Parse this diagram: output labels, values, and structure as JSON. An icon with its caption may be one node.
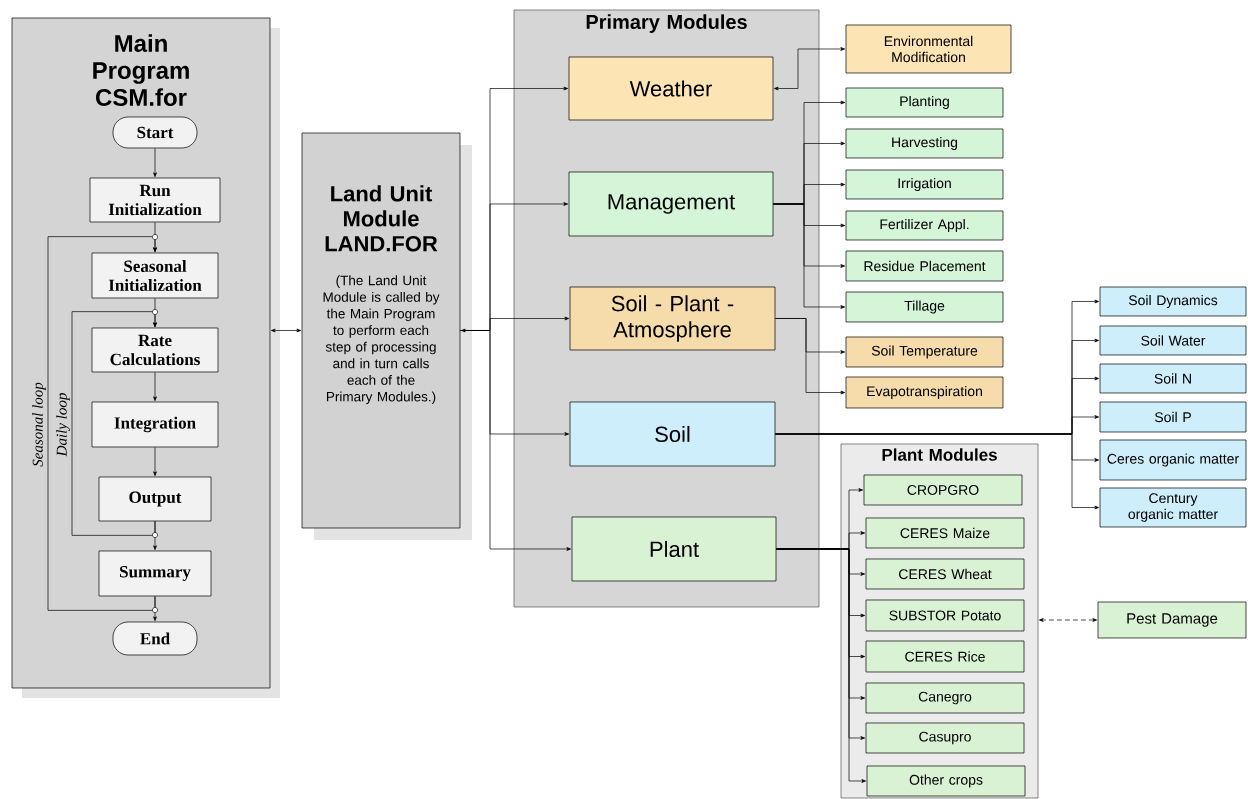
{
  "diagram": {
    "nodes": [
      {
        "text": [
          "Main Program CSM.for"
        ]
      },
      {
        "text": [
          "Start"
        ],
        "in": 0
      },
      {
        "text": [
          "Run Initialization"
        ],
        "in": 0
      },
      {
        "text": [
          "Seasonal Initialization"
        ],
        "in": 0
      },
      {
        "text": [
          "Rate Calculations"
        ],
        "in": 0
      },
      {
        "text": [
          "Integration"
        ],
        "in": 0
      },
      {
        "text": [
          "Output"
        ],
        "in": 0
      },
      {
        "text": [
          "Summary"
        ],
        "in": 0
      },
      {
        "text": [
          "End"
        ],
        "in": 0
      },
      {
        "text": [
          "Land Unit Module LAND.FOR",
          "(The Land Unit Module is called by the Main Program to perform each step of processing and in turn calls each of the Primary Modules.)"
        ]
      },
      {
        "text": [
          "Primary Modules"
        ]
      },
      {
        "text": [
          "Weather"
        ],
        "in": 10
      },
      {
        "text": [
          "Management"
        ],
        "in": 10
      },
      {
        "text": [
          "Soil - Plant - Atmosphere"
        ],
        "in": 10
      },
      {
        "text": [
          "Soil"
        ],
        "in": 10
      },
      {
        "text": [
          "Plant"
        ],
        "in": 10
      },
      {
        "text": [
          "Environmental Modification"
        ]
      },
      {
        "text": [
          "Planting"
        ]
      },
      {
        "text": [
          "Harvesting"
        ]
      },
      {
        "text": [
          "Irrigation"
        ]
      },
      {
        "text": [
          "Fertilizer Appl."
        ]
      },
      {
        "text": [
          "Residue Placement"
        ]
      },
      {
        "text": [
          "Tillage"
        ]
      },
      {
        "text": [
          "Soil Temperature"
        ]
      },
      {
        "text": [
          "Evapotranspiration"
        ]
      },
      {
        "text": [
          "Plant Modules"
        ]
      },
      {
        "text": [
          "CROPGRO"
        ],
        "in": 25
      },
      {
        "text": [
          "CERES Maize"
        ],
        "in": 25
      },
      {
        "text": [
          "CERES Wheat"
        ],
        "in": 25
      },
      {
        "text": [
          "SUBSTOR Potato"
        ],
        "in": 25
      },
      {
        "text": [
          "CERES Rice"
        ],
        "in": 25
      },
      {
        "text": [
          "Canegro"
        ],
        "in": 25
      },
      {
        "text": [
          "Casupro"
        ],
        "in": 25
      },
      {
        "text": [
          "Other crops"
        ],
        "in": 25
      },
      {
        "text": [
          "Soil Dynamics"
        ]
      },
      {
        "text": [
          "Soil Water"
        ]
      },
      {
        "text": [
          "Soil N"
        ]
      },
      {
        "text": [
          "Soil P"
        ]
      },
      {
        "text": [
          "Ceres organic matter"
        ]
      },
      {
        "text": [
          "Century organic matter"
        ]
      },
      {
        "text": [
          "Pest Damage"
        ]
      }
    ],
    "edges": [
      {
        "from": 1,
        "to": 2,
        "arrow": "to"
      },
      {
        "from": 2,
        "to": 3,
        "arrow": "to"
      },
      {
        "from": 3,
        "to": 4,
        "arrow": "to"
      },
      {
        "from": 4,
        "to": 5,
        "arrow": "to"
      },
      {
        "from": 5,
        "to": 6,
        "arrow": "to"
      },
      {
        "from": 6,
        "to": 7,
        "arrow": "to"
      },
      {
        "from": 7,
        "to": 8,
        "arrow": "to"
      },
      {
        "from": 6,
        "to": 4,
        "arrow": "to",
        "label": "Daily loop"
      },
      {
        "from": 7,
        "to": 3,
        "arrow": "to",
        "label": "Seasonal loop"
      },
      {
        "from": 0,
        "to": 9,
        "arrow": "both"
      },
      {
        "from": 9,
        "to": 11,
        "arrow": "both"
      },
      {
        "from": 9,
        "to": 12,
        "arrow": "to"
      },
      {
        "from": 9,
        "to": 13,
        "arrow": "to"
      },
      {
        "from": 9,
        "to": 14,
        "arrow": "to"
      },
      {
        "from": 9,
        "to": 15,
        "arrow": "to"
      },
      {
        "from": 11,
        "to": 16,
        "arrow": "both"
      },
      {
        "from": 12,
        "to": 17,
        "arrow": "to"
      },
      {
        "from": 12,
        "to": 18,
        "arrow": "to"
      },
      {
        "from": 12,
        "to": 19,
        "arrow": "to"
      },
      {
        "from": 12,
        "to": 20,
        "arrow": "to"
      },
      {
        "from": 12,
        "to": 21,
        "arrow": "to"
      },
      {
        "from": 12,
        "to": 22,
        "arrow": "to"
      },
      {
        "from": 13,
        "to": 23,
        "arrow": "to"
      },
      {
        "from": 13,
        "to": 24,
        "arrow": "to"
      },
      {
        "from": 15,
        "to": 26,
        "arrow": "to"
      },
      {
        "from": 15,
        "to": 27,
        "arrow": "to"
      },
      {
        "from": 15,
        "to": 28,
        "arrow": "to"
      },
      {
        "from": 15,
        "to": 29,
        "arrow": "to"
      },
      {
        "from": 15,
        "to": 30,
        "arrow": "to"
      },
      {
        "from": 15,
        "to": 31,
        "arrow": "to"
      },
      {
        "from": 15,
        "to": 32,
        "arrow": "to"
      },
      {
        "from": 15,
        "to": 33,
        "arrow": "to"
      },
      {
        "from": 14,
        "to": 34,
        "arrow": "to"
      },
      {
        "from": 14,
        "to": 35,
        "arrow": "to"
      },
      {
        "from": 14,
        "to": 36,
        "arrow": "to"
      },
      {
        "from": 14,
        "to": 37,
        "arrow": "to"
      },
      {
        "from": 14,
        "to": 38,
        "arrow": "to"
      },
      {
        "from": 14,
        "to": 39,
        "arrow": "to"
      },
      {
        "from": 40,
        "to": 25,
        "arrow": "both",
        "style": "dashed"
      }
    ]
  }
}
